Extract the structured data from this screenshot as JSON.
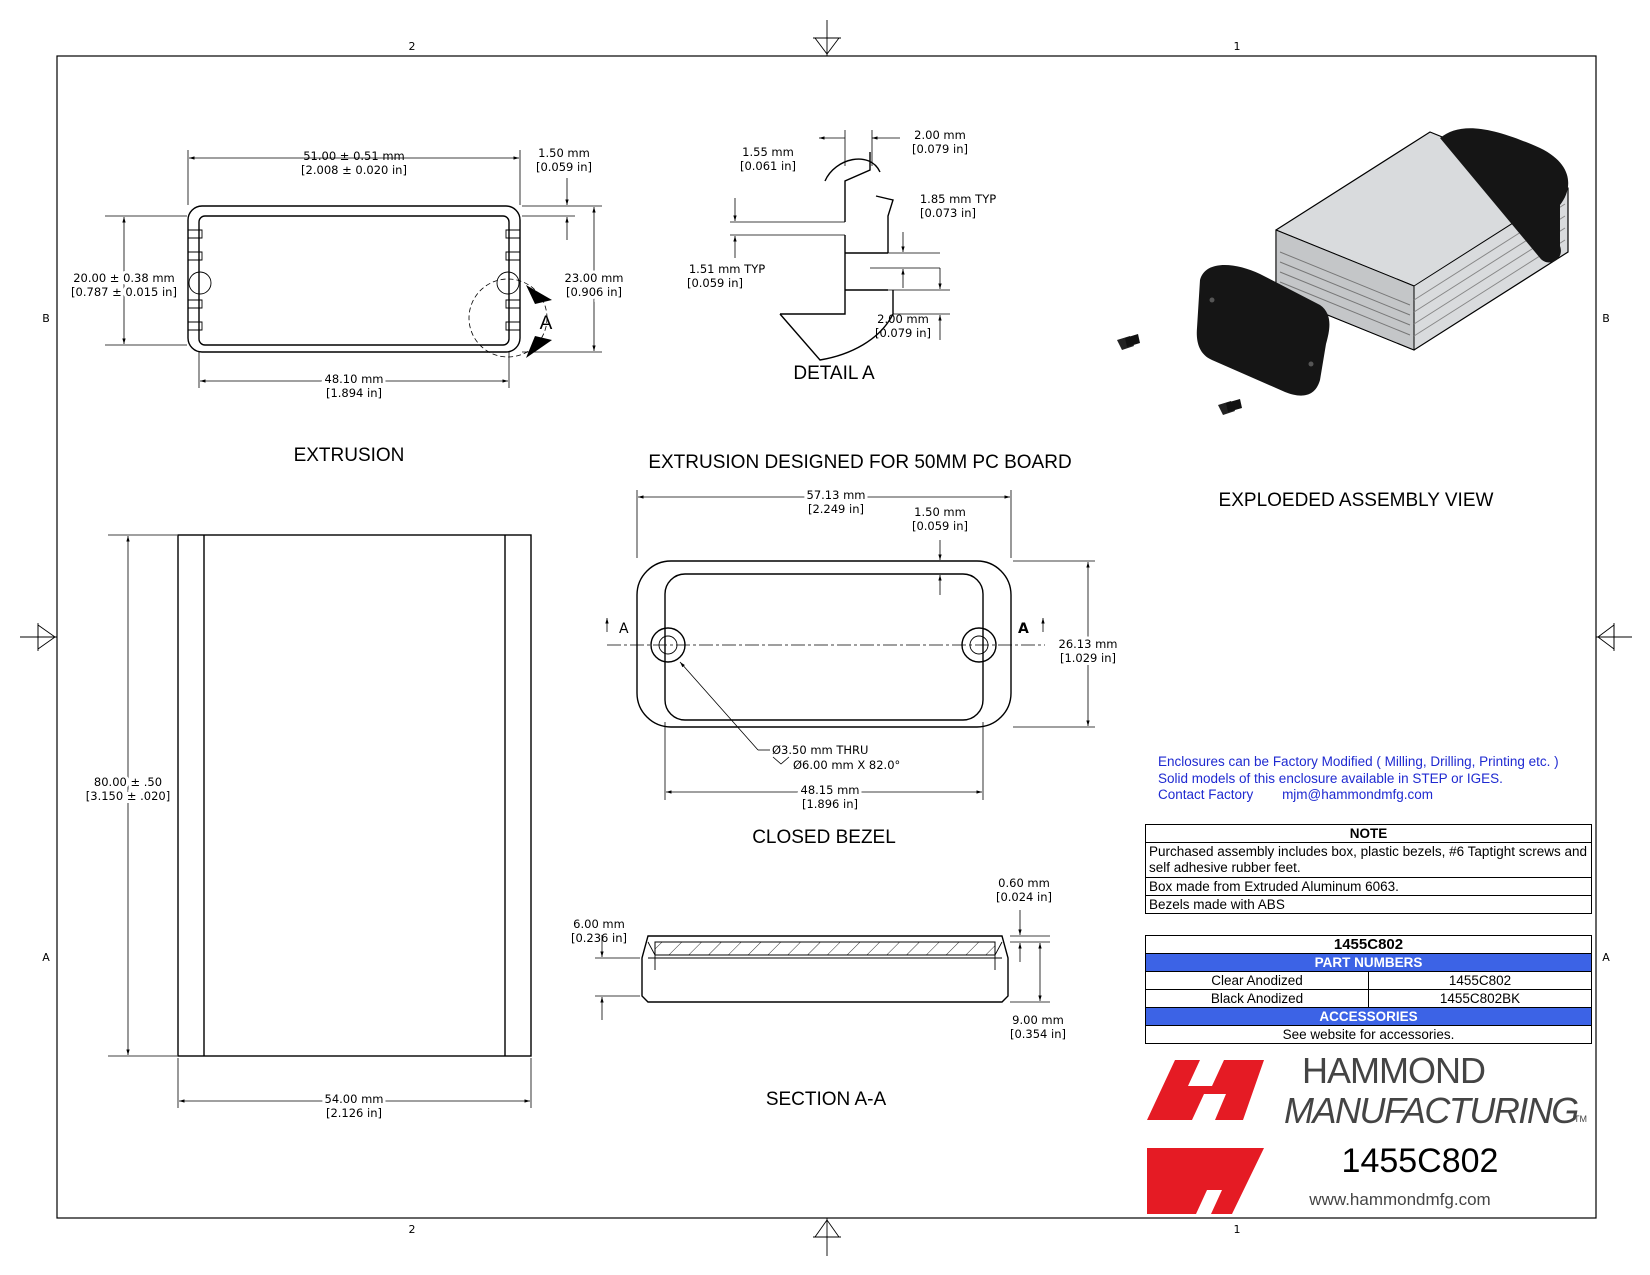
{
  "zones": {
    "col_left": "2",
    "col_right": "1",
    "row_upper": "B",
    "row_lower": "A"
  },
  "views": {
    "extrusion": {
      "title": "EXTRUSION",
      "width": "51.00 ± 0.51 mm",
      "width_in": "[2.008 ± 0.020 in]",
      "wall": "1.50 mm",
      "wall_in": "[0.059 in]",
      "height_inner": "20.00 ± 0.38 mm",
      "height_inner_in": "[0.787 ± 0.015 in]",
      "height_outer": "23.00 mm",
      "height_outer_in": "[0.906 in]",
      "bottom": "48.10 mm",
      "bottom_in": "[1.894 in]",
      "detail_callout": "A"
    },
    "detail": {
      "title": "DETAIL  A",
      "d1": "1.55 mm",
      "d1_in": "[0.061 in]",
      "d2": "2.00 mm",
      "d2_in": "[0.079 in]",
      "d3": "1.85 mm  TYP",
      "d3_in": "[0.073 in]",
      "d4": "1.51 mm  TYP",
      "d4_in": "[0.059 in]",
      "d5": "2.00 mm",
      "d5_in": "[0.079 in]"
    },
    "banner": "EXTRUSION DESIGNED FOR 50MM PC BOARD",
    "assembly": {
      "title": "EXPLOEDED ASSEMBLY VIEW"
    },
    "side": {
      "length": "80.00 ± .50",
      "length_in": "[3.150 ± .020]",
      "width": "54.00 mm",
      "width_in": "[2.126 in]"
    },
    "bezel": {
      "title": "CLOSED BEZEL",
      "width": "57.13 mm",
      "width_in": "[2.249 in]",
      "wall": "1.50 mm",
      "wall_in": "[0.059 in]",
      "height": "26.13 mm",
      "height_in": "[1.029 in]",
      "hole": "Ø3.50 mm THRU",
      "csk": "Ø6.00 mm X 82.0°",
      "inner": "48.15 mm",
      "inner_in": "[1.896 in]",
      "section_mark": "A"
    },
    "section": {
      "title": "SECTION  A-A",
      "d1": "6.00 mm",
      "d1_in": "[0.236 in]",
      "d2": "0.60 mm",
      "d2_in": "[0.024 in]",
      "d3": "9.00 mm",
      "d3_in": "[0.354 in]"
    }
  },
  "info": {
    "line1": "Enclosures can be Factory Modified ( Milling, Drilling, Printing etc. )",
    "line2": "Solid models of this enclosure available in STEP or IGES.",
    "contact_label": "Contact Factory",
    "contact_email": "mjm@hammondmfg.com"
  },
  "notes": {
    "header": "NOTE",
    "items": [
      "Purchased assembly includes box, plastic bezels, #6 Taptight screws and self adhesive rubber feet.",
      "Box made from Extruded Aluminum 6063.",
      "Bezels made with ABS"
    ]
  },
  "parts": {
    "model": "1455C802",
    "part_numbers_header": "PART NUMBERS",
    "rows": [
      {
        "finish": "Clear Anodized",
        "number": "1455C802"
      },
      {
        "finish": "Black Anodized",
        "number": "1455C802BK"
      }
    ],
    "accessories_header": "ACCESSORIES",
    "accessories_text": "See website for accessories."
  },
  "brand": {
    "name_line1": "HAMMOND",
    "name_line2": "MANUFACTURING",
    "tm": "TM",
    "model": "1455C802",
    "website": "www.hammondmfg.com",
    "logo_color": "#e51b24"
  }
}
